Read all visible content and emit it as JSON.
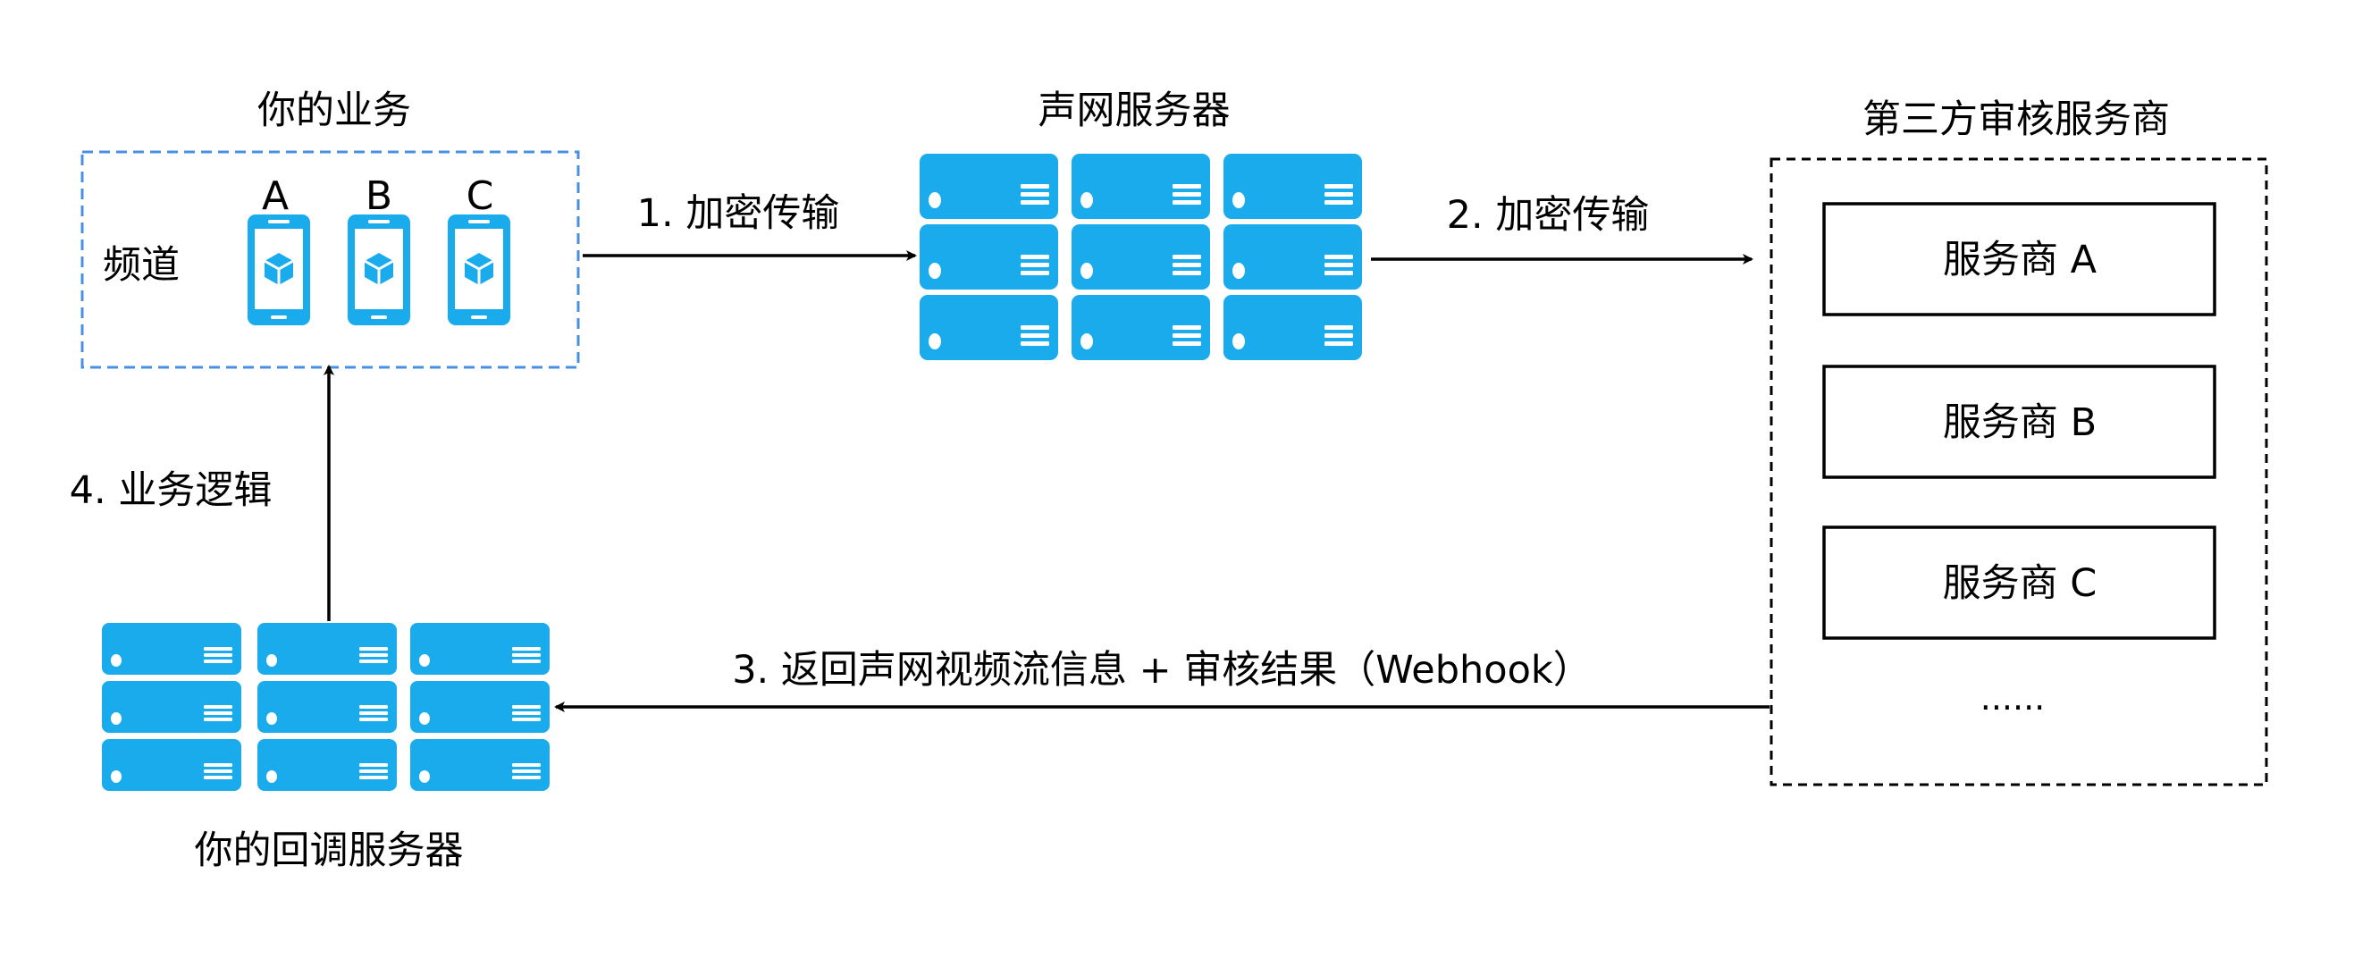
{
  "colors": {
    "accent": "#1aabed",
    "line": "#000000",
    "dashed_border": "#4a90e2"
  },
  "business": {
    "title": "你的业务",
    "channel_label": "频道",
    "users": [
      "A",
      "B",
      "C"
    ]
  },
  "agora_server": {
    "title": "声网服务器"
  },
  "moderation": {
    "title": "第三方审核服务商",
    "providers": [
      "服务商 A",
      "服务商 B",
      "服务商 C"
    ],
    "more": "......"
  },
  "callback_server": {
    "title": "你的回调服务器"
  },
  "arrows": {
    "step1": "1. 加密传输",
    "step2": "2. 加密传输",
    "step3": "3. 返回声网视频流信息 + 审核结果（Webhook）",
    "step4": "4. 业务逻辑"
  }
}
